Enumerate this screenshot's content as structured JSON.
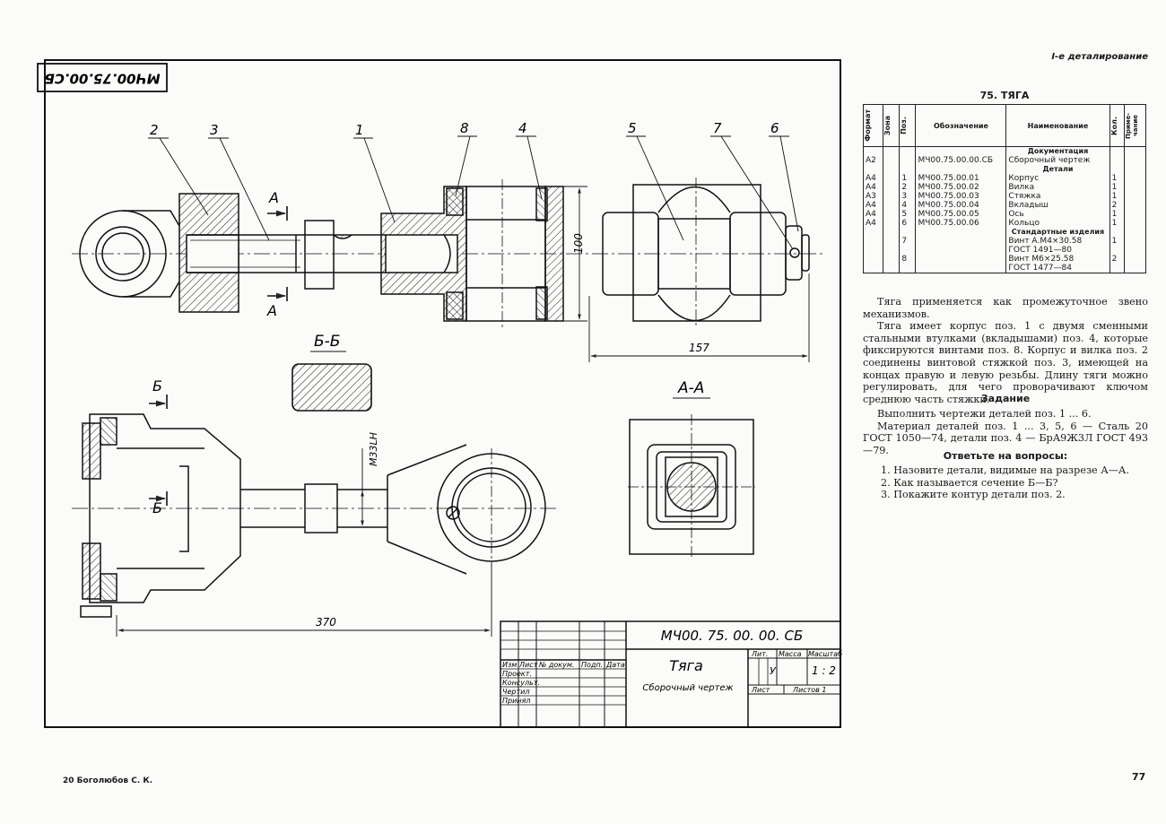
{
  "page_header": "I-е деталирование",
  "doc_code": "МЧ00.75.00.00.СБ",
  "spec_title": "75. ТЯГА",
  "spec_headers": [
    "Формат",
    "Зона",
    "Поз.",
    "Обозначение",
    "Наименование",
    "Кол.",
    "Приме-чание"
  ],
  "spec_sections": {
    "documentation": "Документация",
    "details": "Детали",
    "standard": "Стандартные изделия"
  },
  "spec_doc": {
    "format": "А2",
    "code": "МЧ00.75.00.00.СБ",
    "name": "Сборочный чертеж"
  },
  "spec_details": [
    {
      "format": "А4",
      "pos": "1",
      "code": "МЧ00.75.00.01",
      "name": "Корпус",
      "qty": "1"
    },
    {
      "format": "А4",
      "pos": "2",
      "code": "МЧ00.75.00.02",
      "name": "Вилка",
      "qty": "1"
    },
    {
      "format": "А3",
      "pos": "3",
      "code": "МЧ00.75.00.03",
      "name": "Стяжка",
      "qty": "1"
    },
    {
      "format": "А4",
      "pos": "4",
      "code": "МЧ00.75.00.04",
      "name": "Вкладыш",
      "qty": "2"
    },
    {
      "format": "А4",
      "pos": "5",
      "code": "МЧ00.75.00.05",
      "name": "Ось",
      "qty": "1"
    },
    {
      "format": "А4",
      "pos": "6",
      "code": "МЧ00.75.00.06",
      "name": "Кольцо",
      "qty": "1"
    }
  ],
  "spec_standard": [
    {
      "pos": "7",
      "name1": "Винт А.М4×30.58",
      "name2": "ГОСТ 1491—80",
      "qty": "1"
    },
    {
      "pos": "8",
      "name1": "Винт М6×25.58",
      "name2": "ГОСТ 1477—84",
      "qty": "2"
    }
  ],
  "description": [
    "Тяга применяется как промежуточное звено механизмов.",
    "Тяга имеет корпус поз. 1 с двумя сменными стальными втулками (вкладышами) поз. 4, которые фиксируются винтами поз. 8. Корпус и вилка поз. 2 соединены винтовой стяжкой поз. 3, имеющей на концах правую и левую резьбы. Длину тяги можно регулировать, для чего проворачивают ключом среднюю часть стяжки."
  ],
  "task_heading": "Задание",
  "task_lines": [
    "Выполнить чертежи деталей поз. 1 ... 6.",
    "Материал деталей поз. 1 ... 3, 5, 6 — Сталь 20 ГОСТ 1050—74, детали поз. 4 — БрА9Ж3Л ГОСТ 493—79."
  ],
  "questions_heading": "Ответьте на вопросы:",
  "questions": [
    "1. Назовите детали, видимые на разрезе А—А.",
    "2. Как называется сечение Б—Б?",
    "3. Покажите контур детали поз. 2."
  ],
  "footer_left": "20 Боголюбов С. К.",
  "page_number": "77",
  "drawing": {
    "stamp_code": "МЧ00.75.00.СБ",
    "callouts": [
      "2",
      "3",
      "1",
      "8",
      "4",
      "5",
      "7",
      "6"
    ],
    "section_aa": "А-А",
    "section_bb": "Б-Б",
    "cut_a": "А",
    "cut_b": "Б",
    "dim_100": "100",
    "dim_157": "157",
    "dim_370": "370",
    "dim_thread": "M33LH"
  },
  "title_block": {
    "code": "МЧ00. 75. 00. 00. СБ",
    "title": "Тяга",
    "subtitle": "Сборочный чертеж",
    "lit": "Лит.",
    "mass": "Масса",
    "scale_label": "Масштаб",
    "lit_value": "У",
    "scale": "1 : 2",
    "sheet": "Лист",
    "sheets": "Листов 1",
    "col_izm": "Изм",
    "col_list": "Лист",
    "col_doc": "№ докум.",
    "col_sign": "Подп.",
    "col_date": "Дата",
    "roles": [
      "Проект.",
      "Консульт.",
      "Чертил",
      "Принял"
    ]
  }
}
